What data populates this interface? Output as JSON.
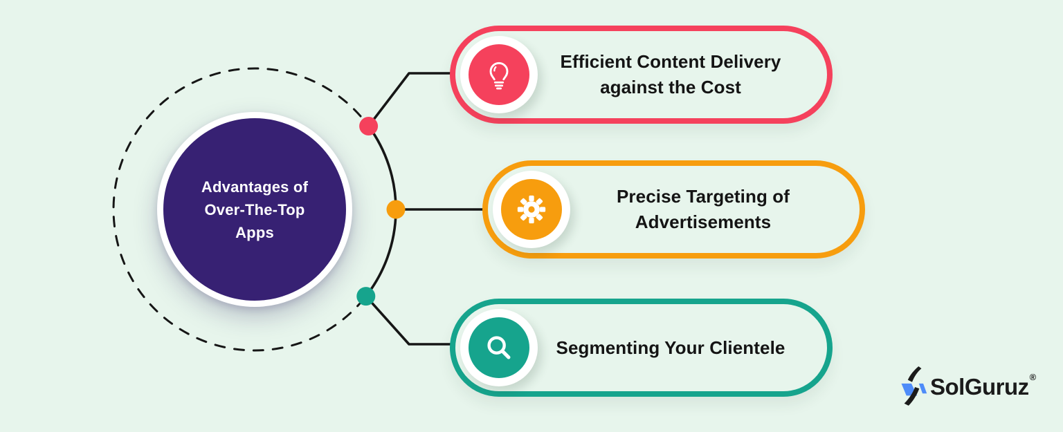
{
  "canvas": {
    "bg": "#E7F5EC"
  },
  "palette": {
    "ink": "#141414",
    "line": "#161616"
  },
  "center": {
    "bg": "#372173",
    "text_color": "#FFFFFF",
    "title_lines": [
      "Advantages of",
      "Over-The-Top",
      "Apps"
    ]
  },
  "items": [
    {
      "title_line1": "Efficient Content Delivery",
      "title_line2": "against the Cost",
      "accent": "#F5415C",
      "icon": "lightbulb-icon"
    },
    {
      "title_line1": "Precise Targeting of",
      "title_line2": "Advertisements",
      "accent": "#F79D0E",
      "icon": "gear-icon"
    },
    {
      "title_line1": "Segmenting Your Clientele",
      "title_line2": "",
      "accent": "#16A48D",
      "icon": "search-icon"
    }
  ],
  "brand": {
    "name": "SolGuruz",
    "registered": "®",
    "mark_blue": "#4E8CF9",
    "mark_black": "#1B1B1B"
  }
}
